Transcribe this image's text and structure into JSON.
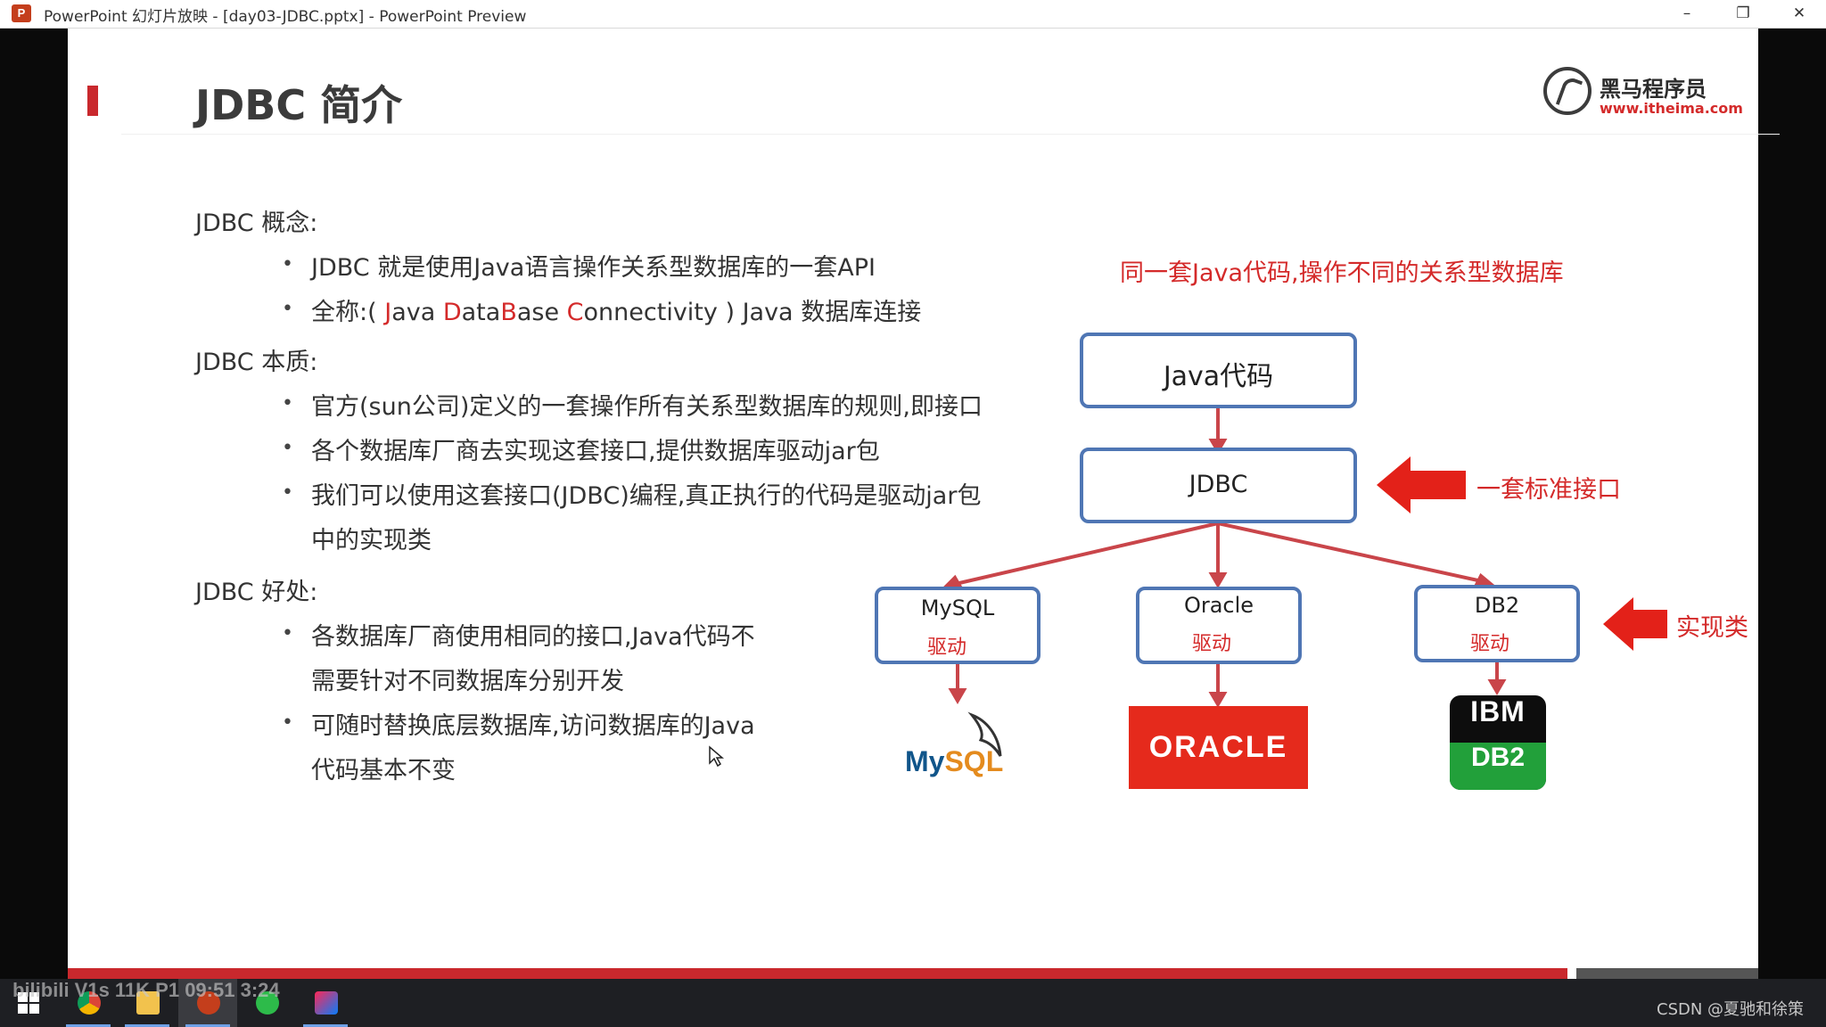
{
  "window": {
    "title": "PowerPoint 幻灯片放映 - [day03-JDBC.pptx] - PowerPoint Preview",
    "app_icon_letter": "P",
    "minimize": "–",
    "restore": "❐",
    "close": "✕"
  },
  "slide": {
    "title": "JDBC 简介",
    "logo": {
      "name": "黑马程序员",
      "url": "www.itheima.com"
    },
    "sections": [
      {
        "heading": "JDBC 概念:",
        "bullets": [
          "JDBC 就是使用Java语言操作关系型数据库的一套API",
          "全称:( Java DataBase Connectivity ) Java 数据库连接"
        ]
      },
      {
        "heading": "JDBC 本质:",
        "bullets": [
          "官方(sun公司)定义的一套操作所有关系型数据库的规则,即接口",
          "各个数据库厂商去实现这套接口,提供数据库驱动jar包",
          "我们可以使用这套接口(JDBC)编程,真正执行的代码是驱动jar包",
          "中的实现类"
        ]
      },
      {
        "heading": "JDBC 好处:",
        "bullets": [
          "各数据库厂商使用相同的接口,Java代码不",
          "需要针对不同数据库分别开发",
          "可随时替换底层数据库,访问数据库的Java",
          "代码基本不变"
        ]
      }
    ],
    "fullname_parts": {
      "prefix": "全称:( ",
      "j": "J",
      "ava": "ava ",
      "d": "D",
      "ata": "ata",
      "b": "B",
      "ase": "ase ",
      "c": "C",
      "onn": "onnectivity",
      "suffix": " ) Java 数据库连接"
    },
    "bullet_symbol": "•",
    "diagram": {
      "note": "同一套Java代码,操作不同的关系型数据库",
      "java_box": "Java代码",
      "jdbc_box": "JDBC",
      "interface_label": "一套标准接口",
      "impl_label": "实现类",
      "drivers": [
        {
          "name": "MySQL",
          "sub": "驱动"
        },
        {
          "name": "Oracle",
          "sub": "驱动"
        },
        {
          "name": "DB2",
          "sub": "驱动"
        }
      ],
      "logos": {
        "mysql_a": "My",
        "mysql_b": "SQL",
        "oracle": "ORACLE",
        "ibm_top": "IBM",
        "ibm_bottom": "DB2"
      }
    }
  },
  "taskbar": {
    "overlay": "bilibili V1s  11K  P1  09:51  3:24",
    "watermark": "CSDN @夏驰和徐策"
  },
  "colors": {
    "accent_red": "#d42a2a",
    "box_border": "#4f76b4",
    "oracle_red": "#e52a1c",
    "db2_green": "#22a03a"
  }
}
